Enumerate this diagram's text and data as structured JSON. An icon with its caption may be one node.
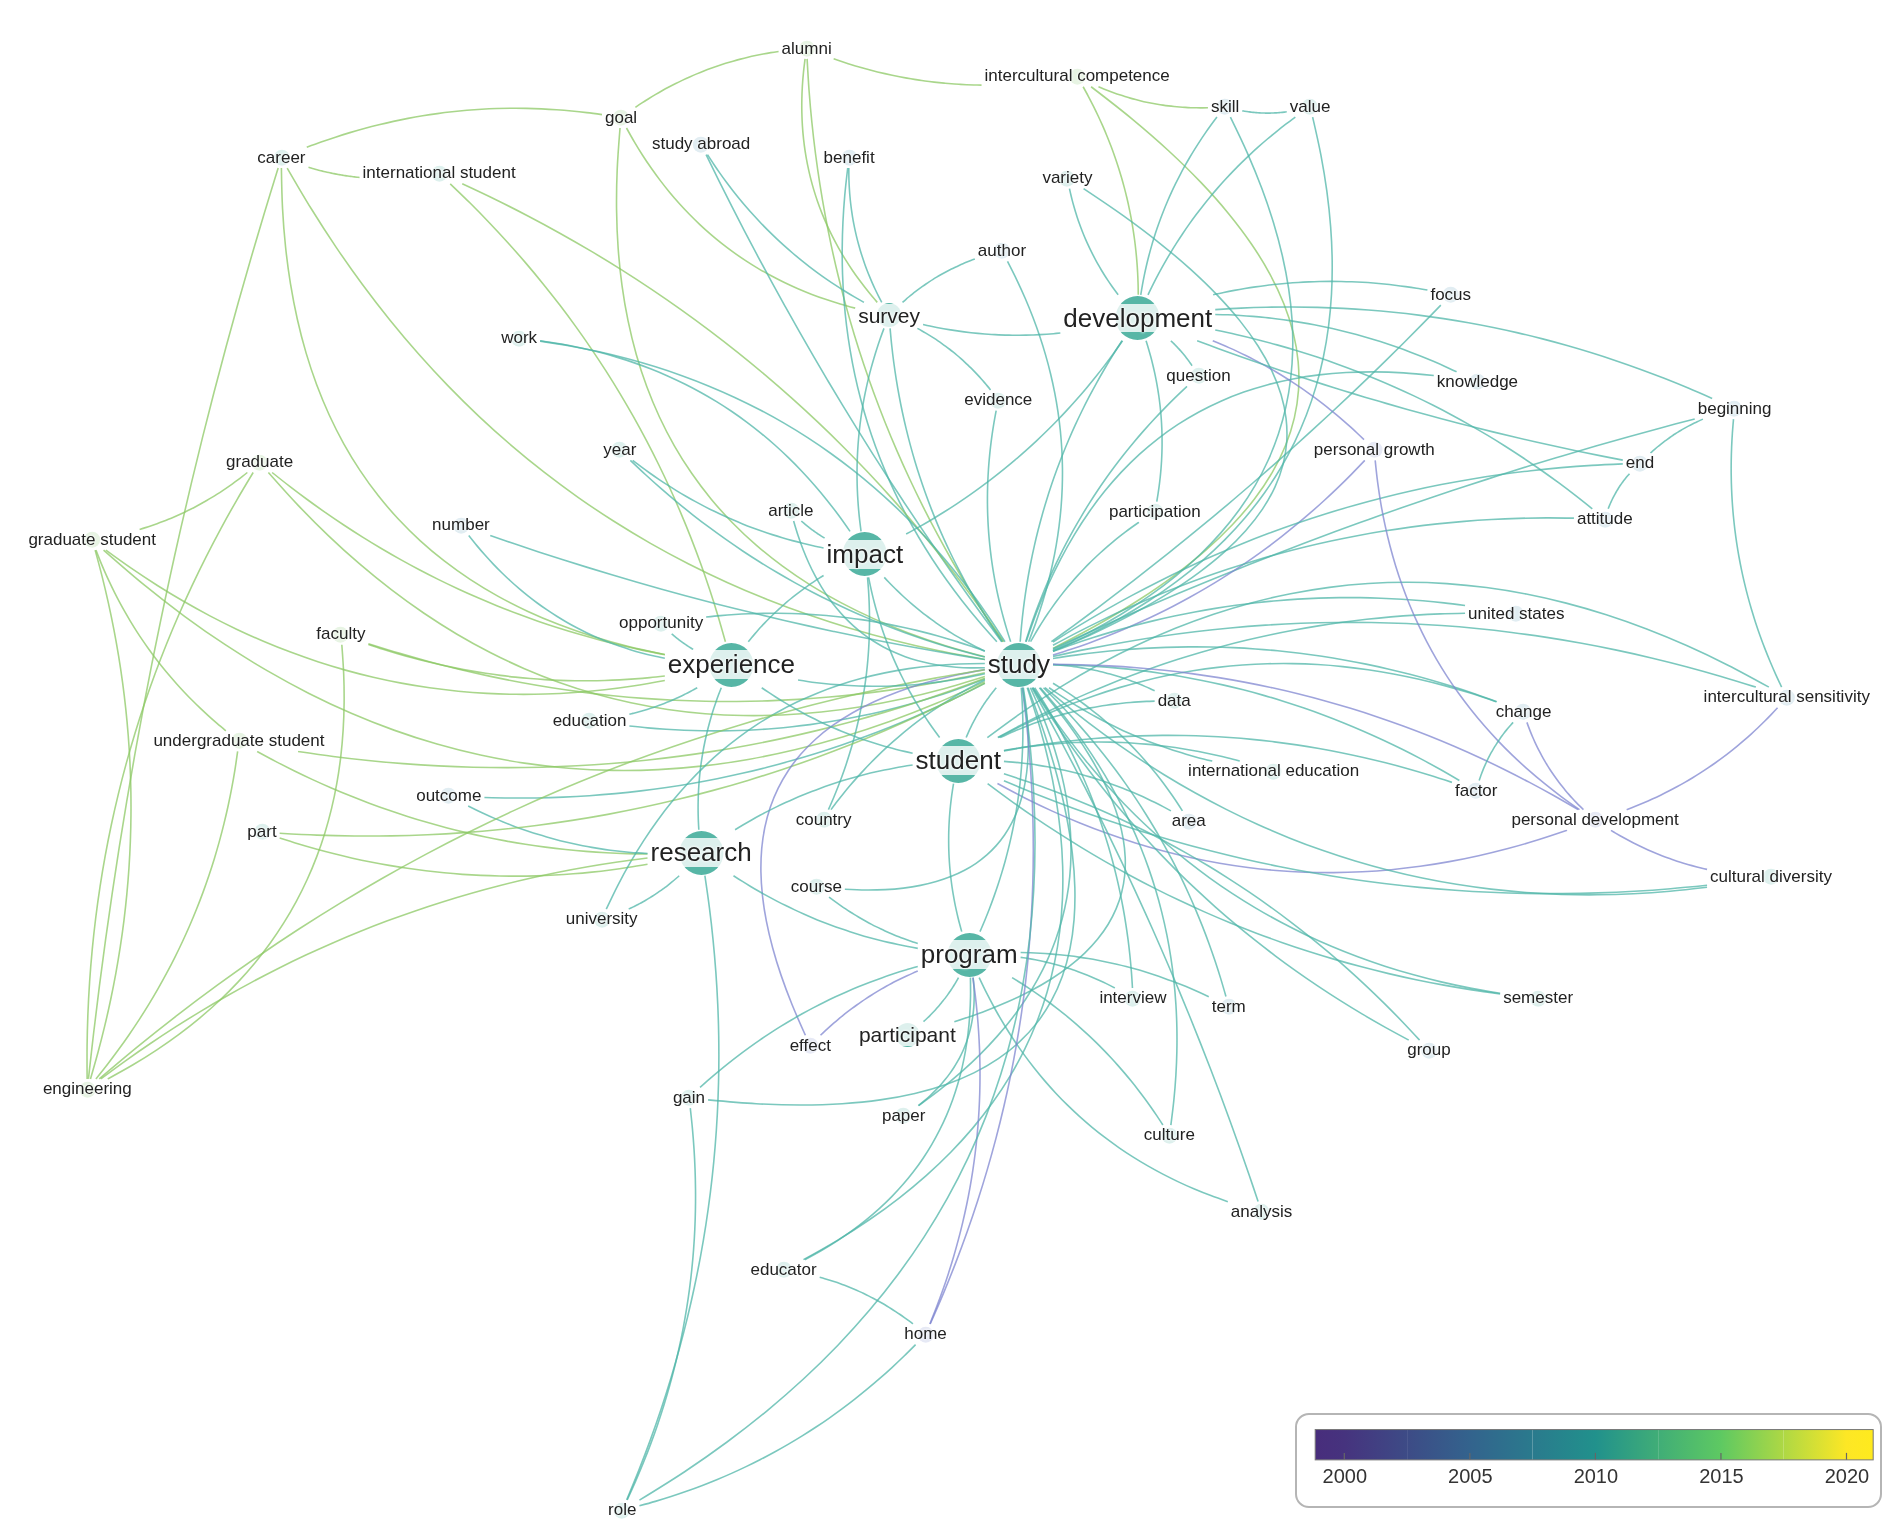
{
  "diagram": {
    "nodes": [
      {
        "text": [
          "alumni"
        ]
      },
      {
        "text": [
          "intercultural competence"
        ]
      },
      {
        "text": [
          "skill"
        ]
      },
      {
        "text": [
          "value"
        ]
      },
      {
        "text": [
          "goal"
        ]
      },
      {
        "text": [
          "study abroad"
        ]
      },
      {
        "text": [
          "benefit"
        ]
      },
      {
        "text": [
          "career"
        ]
      },
      {
        "text": [
          "international student"
        ]
      },
      {
        "text": [
          "variety"
        ]
      },
      {
        "text": [
          "author"
        ]
      },
      {
        "text": [
          "focus"
        ]
      },
      {
        "text": [
          "survey"
        ]
      },
      {
        "text": [
          "development"
        ]
      },
      {
        "text": [
          "work"
        ]
      },
      {
        "text": [
          "question"
        ]
      },
      {
        "text": [
          "knowledge"
        ]
      },
      {
        "text": [
          "evidence"
        ]
      },
      {
        "text": [
          "beginning"
        ]
      },
      {
        "text": [
          "year"
        ]
      },
      {
        "text": [
          "personal growth"
        ]
      },
      {
        "text": [
          "graduate"
        ]
      },
      {
        "text": [
          "end"
        ]
      },
      {
        "text": [
          "article"
        ]
      },
      {
        "text": [
          "participation"
        ]
      },
      {
        "text": [
          "number"
        ]
      },
      {
        "text": [
          "attitude"
        ]
      },
      {
        "text": [
          "graduate student"
        ]
      },
      {
        "text": [
          "impact"
        ]
      },
      {
        "text": [
          "united states"
        ]
      },
      {
        "text": [
          "opportunity"
        ]
      },
      {
        "text": [
          "faculty"
        ]
      },
      {
        "text": [
          "experience"
        ]
      },
      {
        "text": [
          "study"
        ]
      },
      {
        "text": [
          "data"
        ]
      },
      {
        "text": [
          "intercultural sensitivity"
        ]
      },
      {
        "text": [
          "change"
        ]
      },
      {
        "text": [
          "education"
        ]
      },
      {
        "text": [
          "undergraduate student"
        ]
      },
      {
        "text": [
          "student"
        ]
      },
      {
        "text": [
          "international education"
        ]
      },
      {
        "text": [
          "factor"
        ]
      },
      {
        "text": [
          "outcome"
        ]
      },
      {
        "text": [
          "country"
        ]
      },
      {
        "text": [
          "area"
        ]
      },
      {
        "text": [
          "personal development"
        ]
      },
      {
        "text": [
          "part"
        ]
      },
      {
        "text": [
          "research"
        ]
      },
      {
        "text": [
          "cultural diversity"
        ]
      },
      {
        "text": [
          "course"
        ]
      },
      {
        "text": [
          "university"
        ]
      },
      {
        "text": [
          "program"
        ]
      },
      {
        "text": [
          "interview"
        ]
      },
      {
        "text": [
          "semester"
        ]
      },
      {
        "text": [
          "term"
        ]
      },
      {
        "text": [
          "participant"
        ]
      },
      {
        "text": [
          "effect"
        ]
      },
      {
        "text": [
          "group"
        ]
      },
      {
        "text": [
          "engineering"
        ]
      },
      {
        "text": [
          "gain"
        ]
      },
      {
        "text": [
          "paper"
        ]
      },
      {
        "text": [
          "culture"
        ]
      },
      {
        "text": [
          "analysis"
        ]
      },
      {
        "text": [
          "educator"
        ]
      },
      {
        "text": [
          "home"
        ]
      },
      {
        "text": [
          "role"
        ]
      }
    ],
    "edges": [
      {
        "from": 0,
        "to": 33,
        "arrow": "none",
        "color": "#8cc864"
      },
      {
        "from": 0,
        "to": 12,
        "arrow": "none",
        "color": "#8cc864"
      },
      {
        "from": 1,
        "to": 33,
        "arrow": "none",
        "color": "#8cc864"
      },
      {
        "from": 1,
        "to": 13,
        "arrow": "none",
        "color": "#8cc864"
      },
      {
        "from": 2,
        "to": 33,
        "arrow": "none"
      },
      {
        "from": 2,
        "to": 13,
        "arrow": "none"
      },
      {
        "from": 3,
        "to": 33,
        "arrow": "none"
      },
      {
        "from": 3,
        "to": 13,
        "arrow": "none"
      },
      {
        "from": 4,
        "to": 33,
        "arrow": "none",
        "color": "#8cc864"
      },
      {
        "from": 4,
        "to": 12,
        "arrow": "none",
        "color": "#8cc864"
      },
      {
        "from": 5,
        "to": 33,
        "arrow": "none"
      },
      {
        "from": 5,
        "to": 12,
        "arrow": "none"
      },
      {
        "from": 6,
        "to": 33,
        "arrow": "none"
      },
      {
        "from": 6,
        "to": 12,
        "arrow": "none"
      },
      {
        "from": 7,
        "to": 33,
        "arrow": "none",
        "color": "#8cc864"
      },
      {
        "from": 7,
        "to": 32,
        "arrow": "none",
        "color": "#8cc864"
      },
      {
        "from": 8,
        "to": 33,
        "arrow": "none",
        "color": "#8cc864"
      },
      {
        "from": 8,
        "to": 32,
        "arrow": "none",
        "color": "#8cc864"
      },
      {
        "from": 9,
        "to": 33,
        "arrow": "none"
      },
      {
        "from": 9,
        "to": 13,
        "arrow": "none"
      },
      {
        "from": 10,
        "to": 33,
        "arrow": "none"
      },
      {
        "from": 10,
        "to": 12,
        "arrow": "none"
      },
      {
        "from": 11,
        "to": 33,
        "arrow": "none"
      },
      {
        "from": 11,
        "to": 13,
        "arrow": "none"
      },
      {
        "from": 14,
        "to": 33,
        "arrow": "none"
      },
      {
        "from": 14,
        "to": 28,
        "arrow": "none"
      },
      {
        "from": 15,
        "to": 33,
        "arrow": "none"
      },
      {
        "from": 15,
        "to": 13,
        "arrow": "none"
      },
      {
        "from": 16,
        "to": 33,
        "arrow": "none"
      },
      {
        "from": 16,
        "to": 13,
        "arrow": "none"
      },
      {
        "from": 17,
        "to": 33,
        "arrow": "none"
      },
      {
        "from": 17,
        "to": 12,
        "arrow": "none"
      },
      {
        "from": 18,
        "to": 33,
        "arrow": "none"
      },
      {
        "from": 18,
        "to": 13,
        "arrow": "none"
      },
      {
        "from": 19,
        "to": 33,
        "arrow": "none"
      },
      {
        "from": 19,
        "to": 28,
        "arrow": "none"
      },
      {
        "from": 20,
        "to": 33,
        "arrow": "none",
        "color": "#7f86d0"
      },
      {
        "from": 20,
        "to": 13,
        "arrow": "none",
        "color": "#7f86d0"
      },
      {
        "from": 21,
        "to": 33,
        "arrow": "none",
        "color": "#8cc864"
      },
      {
        "from": 21,
        "to": 32,
        "arrow": "none",
        "color": "#8cc864"
      },
      {
        "from": 22,
        "to": 33,
        "arrow": "none"
      },
      {
        "from": 22,
        "to": 13,
        "arrow": "none"
      },
      {
        "from": 23,
        "to": 33,
        "arrow": "none"
      },
      {
        "from": 23,
        "to": 28,
        "arrow": "none"
      },
      {
        "from": 24,
        "to": 33,
        "arrow": "none"
      },
      {
        "from": 24,
        "to": 13,
        "arrow": "none"
      },
      {
        "from": 25,
        "to": 33,
        "arrow": "none"
      },
      {
        "from": 25,
        "to": 32,
        "arrow": "none"
      },
      {
        "from": 26,
        "to": 33,
        "arrow": "none"
      },
      {
        "from": 26,
        "to": 13,
        "arrow": "none"
      },
      {
        "from": 27,
        "to": 33,
        "arrow": "none",
        "color": "#8cc864"
      },
      {
        "from": 27,
        "to": 32,
        "arrow": "none",
        "color": "#8cc864"
      },
      {
        "from": 29,
        "to": 33,
        "arrow": "none"
      },
      {
        "from": 29,
        "to": 39,
        "arrow": "none"
      },
      {
        "from": 30,
        "to": 33,
        "arrow": "none"
      },
      {
        "from": 30,
        "to": 32,
        "arrow": "none"
      },
      {
        "from": 31,
        "to": 33,
        "arrow": "none",
        "color": "#8cc864"
      },
      {
        "from": 31,
        "to": 32,
        "arrow": "none",
        "color": "#8cc864"
      },
      {
        "from": 34,
        "to": 33,
        "arrow": "none"
      },
      {
        "from": 34,
        "to": 39,
        "arrow": "none"
      },
      {
        "from": 35,
        "to": 33,
        "arrow": "none"
      },
      {
        "from": 35,
        "to": 39,
        "arrow": "none"
      },
      {
        "from": 36,
        "to": 33,
        "arrow": "none"
      },
      {
        "from": 36,
        "to": 39,
        "arrow": "none"
      },
      {
        "from": 37,
        "to": 33,
        "arrow": "none"
      },
      {
        "from": 37,
        "to": 32,
        "arrow": "none"
      },
      {
        "from": 38,
        "to": 33,
        "arrow": "none",
        "color": "#8cc864"
      },
      {
        "from": 38,
        "to": 47,
        "arrow": "none",
        "color": "#8cc864"
      },
      {
        "from": 40,
        "to": 33,
        "arrow": "none"
      },
      {
        "from": 40,
        "to": 39,
        "arrow": "none"
      },
      {
        "from": 41,
        "to": 33,
        "arrow": "none"
      },
      {
        "from": 41,
        "to": 39,
        "arrow": "none"
      },
      {
        "from": 42,
        "to": 33,
        "arrow": "none"
      },
      {
        "from": 42,
        "to": 47,
        "arrow": "none"
      },
      {
        "from": 43,
        "to": 33,
        "arrow": "none"
      },
      {
        "from": 43,
        "to": 28,
        "arrow": "none"
      },
      {
        "from": 44,
        "to": 33,
        "arrow": "none"
      },
      {
        "from": 44,
        "to": 39,
        "arrow": "none"
      },
      {
        "from": 45,
        "to": 33,
        "arrow": "none",
        "color": "#7f86d0"
      },
      {
        "from": 45,
        "to": 39,
        "arrow": "none",
        "color": "#7f86d0"
      },
      {
        "from": 46,
        "to": 33,
        "arrow": "none",
        "color": "#8cc864"
      },
      {
        "from": 46,
        "to": 47,
        "arrow": "none",
        "color": "#8cc864"
      },
      {
        "from": 48,
        "to": 33,
        "arrow": "none"
      },
      {
        "from": 48,
        "to": 39,
        "arrow": "none"
      },
      {
        "from": 49,
        "to": 33,
        "arrow": "none"
      },
      {
        "from": 49,
        "to": 51,
        "arrow": "none"
      },
      {
        "from": 50,
        "to": 33,
        "arrow": "none"
      },
      {
        "from": 50,
        "to": 47,
        "arrow": "none"
      },
      {
        "from": 52,
        "to": 33,
        "arrow": "none"
      },
      {
        "from": 52,
        "to": 51,
        "arrow": "none"
      },
      {
        "from": 53,
        "to": 33,
        "arrow": "none"
      },
      {
        "from": 53,
        "to": 39,
        "arrow": "none"
      },
      {
        "from": 54,
        "to": 33,
        "arrow": "none"
      },
      {
        "from": 54,
        "to": 51,
        "arrow": "none"
      },
      {
        "from": 55,
        "to": 33,
        "arrow": "none"
      },
      {
        "from": 55,
        "to": 51,
        "arrow": "none"
      },
      {
        "from": 56,
        "to": 33,
        "arrow": "none",
        "color": "#7f86d0"
      },
      {
        "from": 56,
        "to": 51,
        "arrow": "none",
        "color": "#7f86d0"
      },
      {
        "from": 57,
        "to": 33,
        "arrow": "none"
      },
      {
        "from": 57,
        "to": 39,
        "arrow": "none"
      },
      {
        "from": 58,
        "to": 33,
        "arrow": "none",
        "color": "#8cc864"
      },
      {
        "from": 58,
        "to": 47,
        "arrow": "none",
        "color": "#8cc864"
      },
      {
        "from": 59,
        "to": 33,
        "arrow": "none"
      },
      {
        "from": 59,
        "to": 51,
        "arrow": "none"
      },
      {
        "from": 60,
        "to": 33,
        "arrow": "none"
      },
      {
        "from": 60,
        "to": 51,
        "arrow": "none"
      },
      {
        "from": 61,
        "to": 33,
        "arrow": "none"
      },
      {
        "from": 61,
        "to": 51,
        "arrow": "none"
      },
      {
        "from": 62,
        "to": 33,
        "arrow": "none"
      },
      {
        "from": 62,
        "to": 51,
        "arrow": "none"
      },
      {
        "from": 63,
        "to": 33,
        "arrow": "none"
      },
      {
        "from": 63,
        "to": 51,
        "arrow": "none"
      },
      {
        "from": 64,
        "to": 33,
        "arrow": "none",
        "color": "#7f86d0"
      },
      {
        "from": 64,
        "to": 51,
        "arrow": "none",
        "color": "#7f86d0"
      },
      {
        "from": 65,
        "to": 33,
        "arrow": "none"
      },
      {
        "from": 65,
        "to": 47,
        "arrow": "none"
      },
      {
        "from": 12,
        "to": 13,
        "arrow": "none"
      },
      {
        "from": 12,
        "to": 28,
        "arrow": "none"
      },
      {
        "from": 12,
        "to": 33,
        "arrow": "none"
      },
      {
        "from": 13,
        "to": 33,
        "arrow": "none"
      },
      {
        "from": 13,
        "to": 28,
        "arrow": "none"
      },
      {
        "from": 28,
        "to": 32,
        "arrow": "none"
      },
      {
        "from": 28,
        "to": 33,
        "arrow": "none"
      },
      {
        "from": 28,
        "to": 39,
        "arrow": "none"
      },
      {
        "from": 32,
        "to": 33,
        "arrow": "none"
      },
      {
        "from": 32,
        "to": 39,
        "arrow": "none"
      },
      {
        "from": 32,
        "to": 47,
        "arrow": "none"
      },
      {
        "from": 33,
        "to": 39,
        "arrow": "none"
      },
      {
        "from": 33,
        "to": 51,
        "arrow": "none"
      },
      {
        "from": 39,
        "to": 51,
        "arrow": "none"
      },
      {
        "from": 39,
        "to": 47,
        "arrow": "none"
      },
      {
        "from": 47,
        "to": 51,
        "arrow": "none"
      },
      {
        "from": 58,
        "to": 27,
        "arrow": "none",
        "color": "#8cc864"
      },
      {
        "from": 58,
        "to": 38,
        "arrow": "none",
        "color": "#8cc864"
      },
      {
        "from": 58,
        "to": 31,
        "arrow": "none",
        "color": "#8cc864"
      },
      {
        "from": 58,
        "to": 21,
        "arrow": "none",
        "color": "#8cc864"
      },
      {
        "from": 58,
        "to": 7,
        "arrow": "none",
        "color": "#8cc864"
      },
      {
        "from": 27,
        "to": 21,
        "arrow": "none",
        "color": "#8cc864"
      },
      {
        "from": 27,
        "to": 38,
        "arrow": "none",
        "color": "#8cc864"
      },
      {
        "from": 7,
        "to": 8,
        "arrow": "none",
        "color": "#8cc864"
      },
      {
        "from": 7,
        "to": 4,
        "arrow": "none",
        "color": "#8cc864"
      },
      {
        "from": 0,
        "to": 4,
        "arrow": "none",
        "color": "#8cc864"
      },
      {
        "from": 0,
        "to": 1,
        "arrow": "none",
        "color": "#8cc864"
      },
      {
        "from": 1,
        "to": 2,
        "arrow": "none",
        "color": "#8cc864"
      },
      {
        "from": 2,
        "to": 3,
        "arrow": "none"
      },
      {
        "from": 18,
        "to": 22,
        "arrow": "none"
      },
      {
        "from": 18,
        "to": 35,
        "arrow": "none"
      },
      {
        "from": 22,
        "to": 26,
        "arrow": "none"
      },
      {
        "from": 36,
        "to": 45,
        "arrow": "none",
        "color": "#7f86d0"
      },
      {
        "from": 45,
        "to": 35,
        "arrow": "none",
        "color": "#7f86d0"
      },
      {
        "from": 45,
        "to": 48,
        "arrow": "none",
        "color": "#7f86d0"
      },
      {
        "from": 20,
        "to": 45,
        "arrow": "none",
        "color": "#7f86d0"
      },
      {
        "from": 64,
        "to": 63,
        "arrow": "none"
      },
      {
        "from": 65,
        "to": 59,
        "arrow": "none"
      },
      {
        "from": 65,
        "to": 64,
        "arrow": "none"
      },
      {
        "from": 36,
        "to": 41,
        "arrow": "none"
      }
    ],
    "legend": [
      {
        "text": "2000",
        "color": "#46337e"
      },
      {
        "text": "2005",
        "color": "#33638d"
      },
      {
        "text": "2010",
        "color": "#21918c"
      },
      {
        "text": "2015",
        "color": "#5ec962"
      },
      {
        "text": "2020",
        "color": "#fde725"
      }
    ]
  }
}
